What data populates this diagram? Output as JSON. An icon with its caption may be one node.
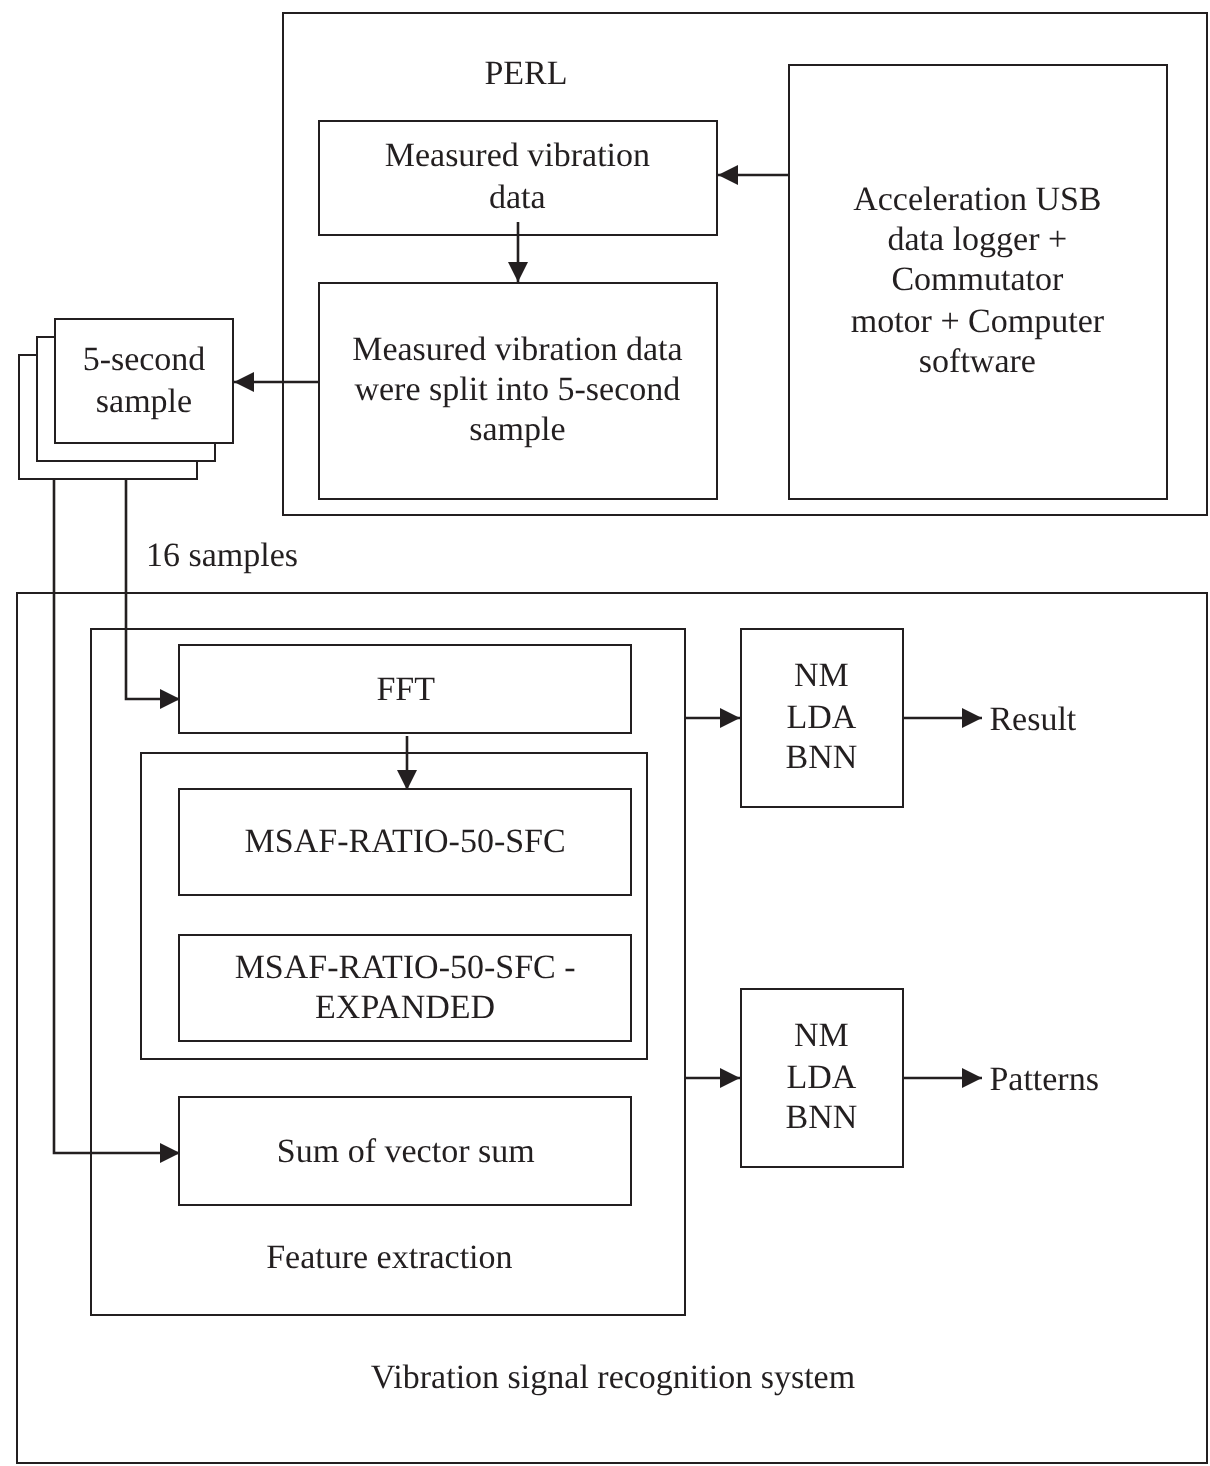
{
  "diagram": {
    "nodes": [
      {
        "text": [
          "PERL"
        ]
      },
      {
        "text": [
          "Measured vibration data"
        ],
        "in": 0
      },
      {
        "text": [
          "Measured vibration data were split into 5-second sample"
        ],
        "in": 0
      },
      {
        "text": [
          "Acceleration USB data logger + Commutator motor + Computer software"
        ],
        "in": 0
      },
      {
        "text": [
          "5-second sample"
        ]
      },
      {
        "text": [
          "Vibration signal recognition system"
        ]
      },
      {
        "text": [
          "Feature extraction"
        ],
        "in": 5
      },
      {
        "text": [
          "FFT"
        ],
        "in": 6
      },
      {
        "text": [],
        "shape": "box",
        "in": 6
      },
      {
        "text": [
          "MSAF-RATIO-50-SFC"
        ],
        "in": 8
      },
      {
        "text": [
          "MSAF-RATIO-50-SFC -EXPANDED"
        ],
        "in": 8
      },
      {
        "text": [
          "Sum of vector sum"
        ],
        "in": 6
      },
      {
        "text": [
          "NM LDA BNN"
        ],
        "in": 5
      },
      {
        "text": [
          "NM LDA BNN"
        ],
        "in": 5
      },
      {
        "text": [
          "Result"
        ],
        "in": 5
      },
      {
        "text": [
          "Patterns"
        ],
        "in": 5
      }
    ],
    "edges": [
      {
        "from": 3,
        "to": 1,
        "arrow": "to"
      },
      {
        "from": 1,
        "to": 2,
        "arrow": "to"
      },
      {
        "from": 2,
        "to": 4,
        "arrow": "to"
      },
      {
        "from": 4,
        "to": 7,
        "arrow": "to"
      },
      {
        "from": 4,
        "to": 11,
        "arrow": "to"
      },
      {
        "from": 7,
        "to": 8,
        "arrow": "to"
      },
      {
        "from": 6,
        "to": 12,
        "arrow": "to"
      },
      {
        "from": 6,
        "to": 13,
        "arrow": "to"
      },
      {
        "from": 12,
        "to": 14,
        "arrow": "to"
      },
      {
        "from": 13,
        "to": 15,
        "arrow": "to"
      }
    ],
    "labels": [
      "16 samples"
    ]
  }
}
